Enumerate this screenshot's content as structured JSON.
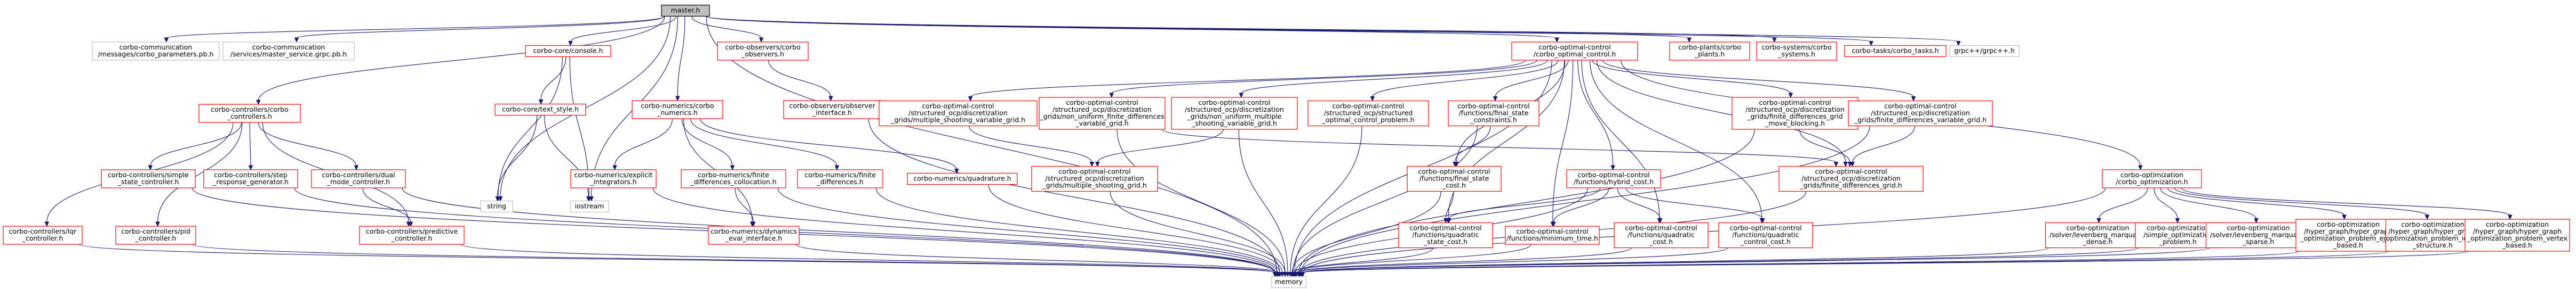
{
  "colors": {
    "edge": "#191970",
    "text": "#000000",
    "border_default": "#ff0000",
    "border_external": "#bfbfbf",
    "border_root": "#000000",
    "fill_root": "#bfbfbf",
    "fill_default": "#ffffff"
  },
  "nodes": [
    {
      "id": "master",
      "lines": [
        "master.h"
      ],
      "style": "root"
    },
    {
      "id": "comm_params",
      "lines": [
        "corbo-communication",
        "/messages/corbo_parameters.pb.h"
      ],
      "style": "external"
    },
    {
      "id": "comm_grpc",
      "lines": [
        "corbo-communication",
        "/services/master_service.grpc.pb.h"
      ],
      "style": "external"
    },
    {
      "id": "ctrl_ctrl",
      "lines": [
        "corbo-controllers/corbo",
        "_controllers.h"
      ],
      "style": "normal"
    },
    {
      "id": "console",
      "lines": [
        "corbo-core/console.h"
      ],
      "style": "normal"
    },
    {
      "id": "text_style",
      "lines": [
        "corbo-core/text_style.h"
      ],
      "style": "normal"
    },
    {
      "id": "string",
      "lines": [
        "string"
      ],
      "style": "external"
    },
    {
      "id": "iostream",
      "lines": [
        "iostream"
      ],
      "style": "external"
    },
    {
      "id": "numerics",
      "lines": [
        "corbo-numerics/corbo",
        "_numerics.h"
      ],
      "style": "normal"
    },
    {
      "id": "obs_obs",
      "lines": [
        "corbo-observers/corbo",
        "_observers.h"
      ],
      "style": "normal"
    },
    {
      "id": "obs_iface",
      "lines": [
        "corbo-observers/observer",
        "_interface.h"
      ],
      "style": "normal"
    },
    {
      "id": "oc_main",
      "lines": [
        "corbo-optimal-control",
        "/corbo_optimal_control.h"
      ],
      "style": "normal"
    },
    {
      "id": "plants",
      "lines": [
        "corbo-plants/corbo",
        "_plants.h"
      ],
      "style": "normal"
    },
    {
      "id": "systems",
      "lines": [
        "corbo-systems/corbo",
        "_systems.h"
      ],
      "style": "normal"
    },
    {
      "id": "tasks",
      "lines": [
        "corbo-tasks/corbo_tasks.h"
      ],
      "style": "normal"
    },
    {
      "id": "grpcpp",
      "lines": [
        "grpc++/grpc++.h"
      ],
      "style": "external"
    },
    {
      "id": "simple_state",
      "lines": [
        "corbo-controllers/simple",
        "_state_controller.h"
      ],
      "style": "normal"
    },
    {
      "id": "step_resp",
      "lines": [
        "corbo-controllers/step",
        "_response_generator.h"
      ],
      "style": "normal"
    },
    {
      "id": "dual_mode",
      "lines": [
        "corbo-controllers/dual",
        "_mode_controller.h"
      ],
      "style": "normal"
    },
    {
      "id": "lqr",
      "lines": [
        "corbo-controllers/lqr",
        "_controller.h"
      ],
      "style": "normal"
    },
    {
      "id": "pid",
      "lines": [
        "corbo-controllers/pid",
        "_controller.h"
      ],
      "style": "normal"
    },
    {
      "id": "predictive",
      "lines": [
        "corbo-controllers/predictive",
        "_controller.h"
      ],
      "style": "normal"
    },
    {
      "id": "explicit",
      "lines": [
        "corbo-numerics/explicit",
        "_integrators.h"
      ],
      "style": "normal"
    },
    {
      "id": "fin_coll",
      "lines": [
        "corbo-numerics/finite",
        "_differences_collocation.h"
      ],
      "style": "normal"
    },
    {
      "id": "fin_diff",
      "lines": [
        "corbo-numerics/finite",
        "_differences.h"
      ],
      "style": "normal"
    },
    {
      "id": "quadrature",
      "lines": [
        "corbo-numerics/quadrature.h"
      ],
      "style": "normal"
    },
    {
      "id": "dyn_eval",
      "lines": [
        "corbo-numerics/dynamics",
        "_eval_interface.h"
      ],
      "style": "normal"
    },
    {
      "id": "ms_varg",
      "lines": [
        "corbo-optimal-control",
        "/structured_ocp/discretization",
        "_grids/multiple_shooting_variable_grid.h"
      ],
      "style": "normal"
    },
    {
      "id": "fd_nonuni",
      "lines": [
        "corbo-optimal-control",
        "/structured_ocp/discretization",
        "_grids/non_uniform_finite_differences",
        "_variable_grid.h"
      ],
      "style": "normal"
    },
    {
      "id": "nonuni_ms",
      "lines": [
        "corbo-optimal-control",
        "/structured_ocp/discretization",
        "_grids/non_uniform_multiple",
        "_shooting_variable_grid.h"
      ],
      "style": "normal"
    },
    {
      "id": "struct_ocp",
      "lines": [
        "corbo-optimal-control",
        "/structured_ocp/structured",
        "_optimal_control_problem.h"
      ],
      "style": "normal"
    },
    {
      "id": "final_constr",
      "lines": [
        "corbo-optimal-control",
        "/functions/final_state",
        "_constraints.h"
      ],
      "style": "normal"
    },
    {
      "id": "fd_moveblk",
      "lines": [
        "corbo-optimal-control",
        "/structured_ocp/discretization",
        "_grids/finite_differences_grid",
        "_move_blocking.h"
      ],
      "style": "normal"
    },
    {
      "id": "fd_vargrid",
      "lines": [
        "corbo-optimal-control",
        "/structured_ocp/discretization",
        "_grids/finite_differences_variable_grid.h"
      ],
      "style": "normal"
    },
    {
      "id": "ms_grid",
      "lines": [
        "corbo-optimal-control",
        "/structured_ocp/discretization",
        "_grids/multiple_shooting_grid.h"
      ],
      "style": "normal"
    },
    {
      "id": "final_cost",
      "lines": [
        "corbo-optimal-control",
        "/functions/final_state",
        "_cost.h"
      ],
      "style": "normal"
    },
    {
      "id": "hybrid_cost",
      "lines": [
        "corbo-optimal-control",
        "/functions/hybrid_cost.h"
      ],
      "style": "normal"
    },
    {
      "id": "fd_grid",
      "lines": [
        "corbo-optimal-control",
        "/structured_ocp/discretization",
        "_grids/finite_differences_grid.h"
      ],
      "style": "normal"
    },
    {
      "id": "quad_state",
      "lines": [
        "corbo-optimal-control",
        "/functions/quadratic",
        "_state_cost.h"
      ],
      "style": "normal"
    },
    {
      "id": "min_time",
      "lines": [
        "corbo-optimal-control",
        "/functions/minimum_time.h"
      ],
      "style": "normal"
    },
    {
      "id": "quad_cost",
      "lines": [
        "corbo-optimal-control",
        "/functions/quadratic",
        "_cost.h"
      ],
      "style": "normal"
    },
    {
      "id": "quad_ctrl",
      "lines": [
        "corbo-optimal-control",
        "/functions/quadratic",
        "_control_cost.h"
      ],
      "style": "normal"
    },
    {
      "id": "opt_main",
      "lines": [
        "corbo-optimization",
        "/corbo_optimization.h"
      ],
      "style": "normal"
    },
    {
      "id": "lm_dense",
      "lines": [
        "corbo-optimization",
        "/solver/levenberg_marquardt",
        "_dense.h"
      ],
      "style": "normal"
    },
    {
      "id": "simple_opt",
      "lines": [
        "corbo-optimization",
        "/simple_optimization",
        "_problem.h"
      ],
      "style": "normal"
    },
    {
      "id": "lm_sparse",
      "lines": [
        "corbo-optimization",
        "/solver/levenberg_marquardt",
        "_sparse.h"
      ],
      "style": "normal"
    },
    {
      "id": "hg_edge",
      "lines": [
        "corbo-optimization",
        "/hyper_graph/hyper_graph",
        "_optimization_problem_edge",
        "_based.h"
      ],
      "style": "normal"
    },
    {
      "id": "hg_ignore",
      "lines": [
        "corbo-optimization",
        "/hyper_graph/hyper_graph",
        "_optimization_problem_ignore",
        "_structure.h"
      ],
      "style": "normal"
    },
    {
      "id": "hg_vertex",
      "lines": [
        "corbo-optimization",
        "/hyper_graph/hyper_graph",
        "_optimization_problem_vertex",
        "_based.h"
      ],
      "style": "normal"
    },
    {
      "id": "memory",
      "lines": [
        "memory"
      ],
      "style": "external"
    }
  ],
  "edges": [
    [
      "master",
      "comm_params"
    ],
    [
      "master",
      "comm_grpc"
    ],
    [
      "master",
      "ctrl_ctrl"
    ],
    [
      "master",
      "console"
    ],
    [
      "master",
      "string"
    ],
    [
      "master",
      "iostream"
    ],
    [
      "master",
      "numerics"
    ],
    [
      "master",
      "obs_obs"
    ],
    [
      "master",
      "oc_main"
    ],
    [
      "master",
      "plants"
    ],
    [
      "master",
      "systems"
    ],
    [
      "master",
      "tasks"
    ],
    [
      "master",
      "grpcpp"
    ],
    [
      "master",
      "memory"
    ],
    [
      "ctrl_ctrl",
      "simple_state"
    ],
    [
      "ctrl_ctrl",
      "step_resp"
    ],
    [
      "ctrl_ctrl",
      "dual_mode"
    ],
    [
      "ctrl_ctrl",
      "lqr"
    ],
    [
      "ctrl_ctrl",
      "pid"
    ],
    [
      "ctrl_ctrl",
      "predictive"
    ],
    [
      "simple_state",
      "memory"
    ],
    [
      "step_resp",
      "memory"
    ],
    [
      "dual_mode",
      "memory"
    ],
    [
      "dual_mode",
      "predictive"
    ],
    [
      "lqr",
      "memory"
    ],
    [
      "pid",
      "memory"
    ],
    [
      "predictive",
      "memory"
    ],
    [
      "console",
      "text_style"
    ],
    [
      "console",
      "string"
    ],
    [
      "console",
      "iostream"
    ],
    [
      "text_style",
      "string"
    ],
    [
      "text_style",
      "iostream"
    ],
    [
      "numerics",
      "explicit"
    ],
    [
      "numerics",
      "fin_coll"
    ],
    [
      "numerics",
      "fin_diff"
    ],
    [
      "numerics",
      "quadrature"
    ],
    [
      "numerics",
      "dyn_eval"
    ],
    [
      "explicit",
      "memory"
    ],
    [
      "fin_coll",
      "dyn_eval"
    ],
    [
      "fin_coll",
      "memory"
    ],
    [
      "fin_diff",
      "memory"
    ],
    [
      "quadrature",
      "memory"
    ],
    [
      "dyn_eval",
      "memory"
    ],
    [
      "obs_obs",
      "obs_iface"
    ],
    [
      "obs_iface",
      "memory"
    ],
    [
      "oc_main",
      "ms_varg"
    ],
    [
      "oc_main",
      "fd_nonuni"
    ],
    [
      "oc_main",
      "nonuni_ms"
    ],
    [
      "oc_main",
      "struct_ocp"
    ],
    [
      "oc_main",
      "final_constr"
    ],
    [
      "oc_main",
      "fd_moveblk"
    ],
    [
      "oc_main",
      "fd_vargrid"
    ],
    [
      "oc_main",
      "final_cost"
    ],
    [
      "oc_main",
      "hybrid_cost"
    ],
    [
      "oc_main",
      "quad_state"
    ],
    [
      "oc_main",
      "min_time"
    ],
    [
      "oc_main",
      "quad_cost"
    ],
    [
      "oc_main",
      "quad_ctrl"
    ],
    [
      "oc_main",
      "fd_grid"
    ],
    [
      "oc_main",
      "opt_main"
    ],
    [
      "oc_main",
      "memory"
    ],
    [
      "ms_varg",
      "ms_grid"
    ],
    [
      "fd_nonuni",
      "fd_grid"
    ],
    [
      "fd_nonuni",
      "memory"
    ],
    [
      "nonuni_ms",
      "ms_grid"
    ],
    [
      "nonuni_ms",
      "memory"
    ],
    [
      "struct_ocp",
      "memory"
    ],
    [
      "final_constr",
      "final_cost"
    ],
    [
      "final_constr",
      "memory"
    ],
    [
      "fd_moveblk",
      "fd_grid"
    ],
    [
      "fd_moveblk",
      "memory"
    ],
    [
      "fd_vargrid",
      "fd_grid"
    ],
    [
      "fd_vargrid",
      "memory"
    ],
    [
      "ms_grid",
      "memory"
    ],
    [
      "fd_grid",
      "memory"
    ],
    [
      "final_cost",
      "quad_state"
    ],
    [
      "final_cost",
      "memory"
    ],
    [
      "hybrid_cost",
      "min_time"
    ],
    [
      "hybrid_cost",
      "quad_state"
    ],
    [
      "hybrid_cost",
      "quad_cost"
    ],
    [
      "hybrid_cost",
      "quad_ctrl"
    ],
    [
      "hybrid_cost",
      "memory"
    ],
    [
      "quad_state",
      "memory"
    ],
    [
      "min_time",
      "memory"
    ],
    [
      "quad_cost",
      "memory"
    ],
    [
      "quad_ctrl",
      "memory"
    ],
    [
      "opt_main",
      "lm_dense"
    ],
    [
      "opt_main",
      "simple_opt"
    ],
    [
      "opt_main",
      "lm_sparse"
    ],
    [
      "opt_main",
      "hg_edge"
    ],
    [
      "opt_main",
      "hg_ignore"
    ],
    [
      "opt_main",
      "hg_vertex"
    ],
    [
      "opt_main",
      "memory"
    ],
    [
      "lm_dense",
      "memory"
    ],
    [
      "simple_opt",
      "memory"
    ],
    [
      "lm_sparse",
      "memory"
    ],
    [
      "hg_edge",
      "memory"
    ],
    [
      "hg_ignore",
      "memory"
    ],
    [
      "hg_vertex",
      "memory"
    ]
  ]
}
